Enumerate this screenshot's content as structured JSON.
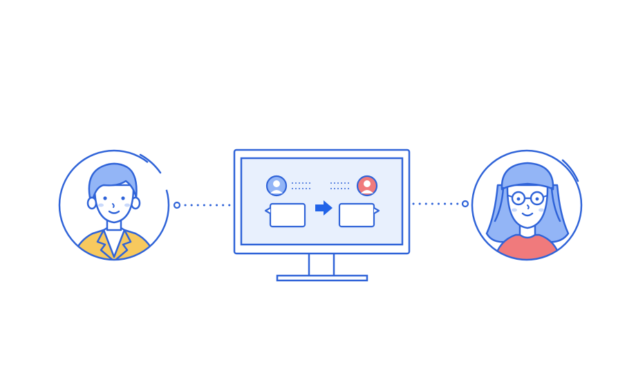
{
  "illustration": {
    "subject": "",
    "nodes": [
      {
        "id": "sender",
        "icon": "man-avatar-icon"
      },
      {
        "id": "computer",
        "icon": "desktop-monitor-icon"
      },
      {
        "id": "receiver",
        "icon": "woman-avatar-icon"
      }
    ],
    "screen": {
      "left_avatar": "user-blue-icon",
      "right_avatar": "user-red-icon",
      "arrow": "right-arrow-icon"
    }
  },
  "colors": {
    "outline": "#2f63d8",
    "accent_blue": "#2163e8",
    "screen_fill": "#e8f0fd",
    "hair_blue": "#93b5f6",
    "jacket_yellow": "#f7c95e",
    "shirt_red": "#f07a7c",
    "skin": "#ffffff"
  }
}
